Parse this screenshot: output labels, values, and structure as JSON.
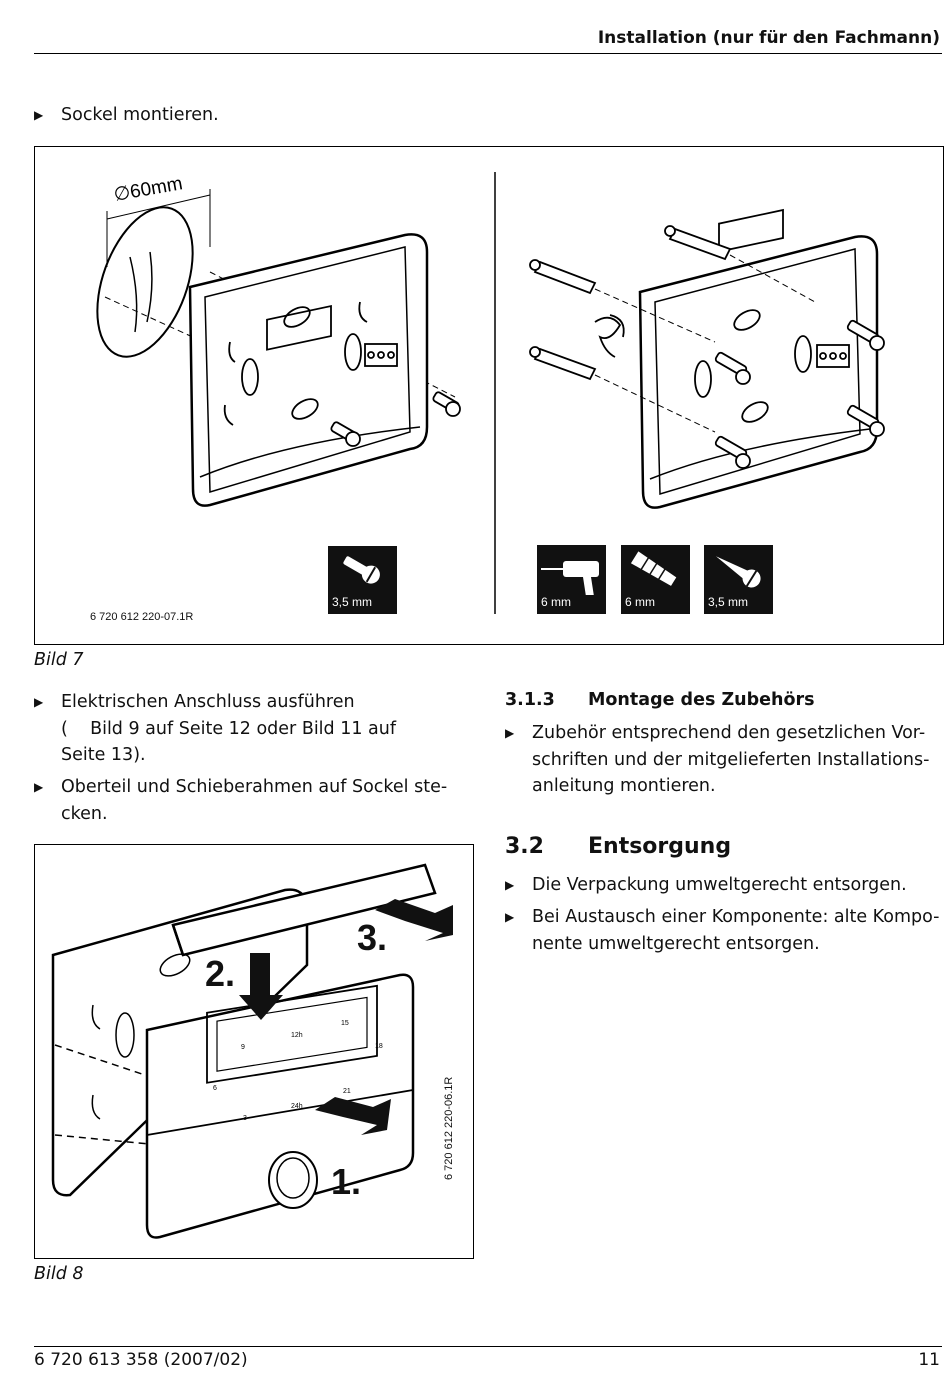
{
  "header": {
    "title": "Installation (nur für den Fachmann)"
  },
  "intro_step": {
    "text": "Sockel montieren."
  },
  "figure7": {
    "dimension_label": "∅60mm",
    "code": "6 720 612 220-07.1R",
    "tiles": [
      {
        "label": "3,5 mm",
        "icon": "screw-icon"
      },
      {
        "label": "6 mm",
        "icon": "drill-icon"
      },
      {
        "label": "6 mm",
        "icon": "dowel-icon"
      },
      {
        "label": "3,5 mm",
        "icon": "wood-screw-icon"
      }
    ],
    "caption": "Bild 7"
  },
  "left_steps": [
    {
      "lines": [
        "Elektrischen Anschluss ausführen",
        "(    Bild 9 auf Seite 12 oder Bild 11 auf",
        "Seite 13)."
      ]
    },
    {
      "lines": [
        "Oberteil und Schieberahmen auf Sockel ste-",
        "cken."
      ]
    }
  ],
  "figure8": {
    "step_labels": [
      "1.",
      "2.",
      "3."
    ],
    "dial_labels": [
      "9",
      "12h",
      "15",
      "18",
      "21",
      "24h",
      "3",
      "6"
    ],
    "code": "6 720 612 220-06.1R",
    "caption": "Bild 8"
  },
  "section_313": {
    "number": "3.1.3",
    "title": "Montage des Zubehörs",
    "steps": [
      {
        "lines": [
          "Zubehör entsprechend den gesetzlichen Vor-",
          "schriften und der mitgelieferten Installations-",
          "anleitung montieren."
        ]
      }
    ]
  },
  "section_32": {
    "number": "3.2",
    "title": "Entsorgung",
    "steps": [
      {
        "lines": [
          "Die Verpackung umweltgerecht entsorgen."
        ]
      },
      {
        "lines": [
          "Bei Austausch einer Komponente: alte Kompo-",
          "nente umweltgerecht entsorgen."
        ]
      }
    ]
  },
  "footer": {
    "doc_number": "6 720 613 358 (2007/02)",
    "page_number": "11"
  }
}
